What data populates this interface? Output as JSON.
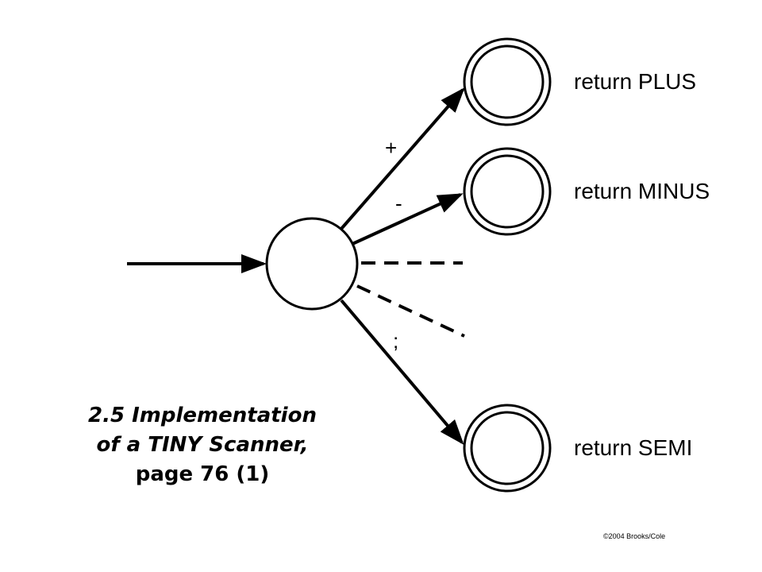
{
  "diagram": {
    "transitions": [
      {
        "symbol": "+",
        "target_label": "return PLUS"
      },
      {
        "symbol": "-",
        "target_label": "return MINUS"
      },
      {
        "symbol": ";",
        "target_label": "return SEMI"
      }
    ]
  },
  "caption": {
    "line1": "2.5  Implementation",
    "line2": "of a TINY Scanner,",
    "line3": "page 76 (1)"
  },
  "copyright": "©2004 Brooks/Cole"
}
